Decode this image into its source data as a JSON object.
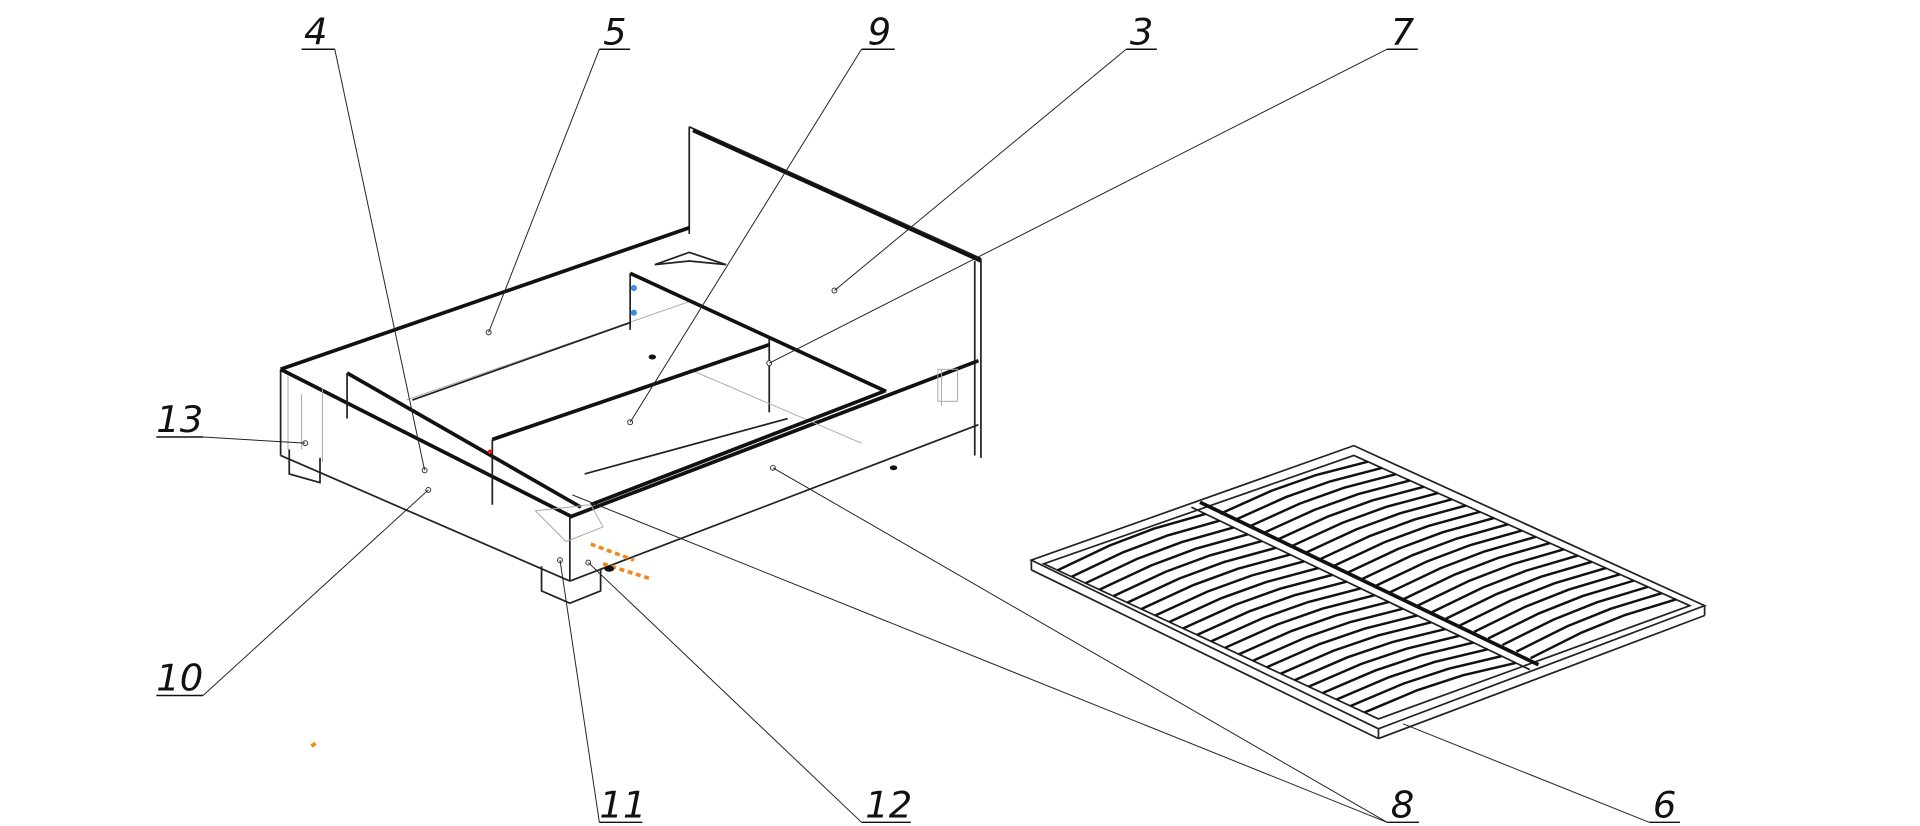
{
  "title": "Bed assembly exploded view",
  "callouts": [
    {
      "id": "4",
      "label": "4"
    },
    {
      "id": "5",
      "label": "5"
    },
    {
      "id": "9",
      "label": "9"
    },
    {
      "id": "3",
      "label": "3"
    },
    {
      "id": "7",
      "label": "7"
    },
    {
      "id": "13",
      "label": "13"
    },
    {
      "id": "10",
      "label": "10"
    },
    {
      "id": "11",
      "label": "11"
    },
    {
      "id": "12",
      "label": "12"
    },
    {
      "id": "8",
      "label": "8"
    },
    {
      "id": "6",
      "label": "6"
    }
  ],
  "colors": {
    "line": "#111111",
    "hidden": "#aaaaaa",
    "fastener": "#f08a1c",
    "dowel": "#3a8ee6",
    "marker": "#e02020"
  }
}
